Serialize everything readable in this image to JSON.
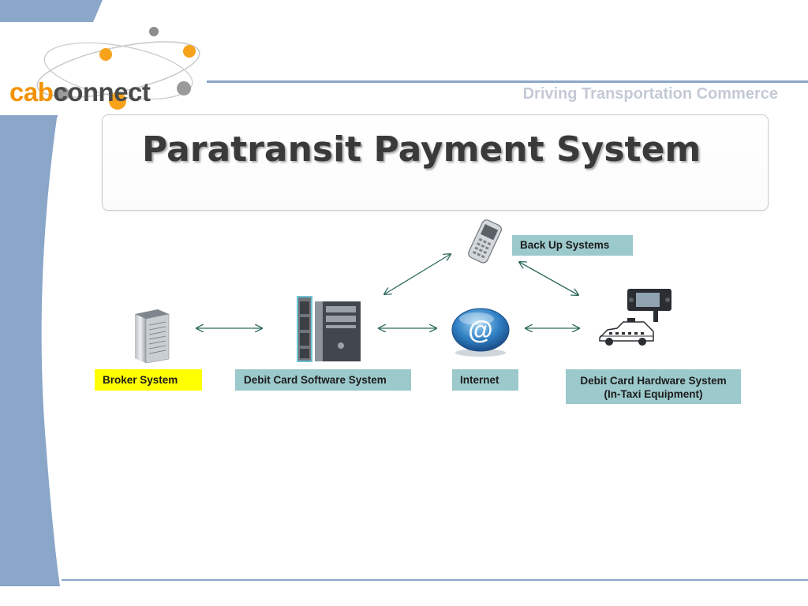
{
  "logo": {
    "part1": "cab",
    "part2": "connect"
  },
  "tagline": "Driving Transportation Commerce",
  "title": "Paratransit Payment System",
  "nodes": {
    "backup": {
      "label": "Back Up Systems"
    },
    "broker": {
      "label": "Broker System"
    },
    "software": {
      "label": "Debit Card Software System"
    },
    "internet": {
      "label": "Internet",
      "glyph": "@"
    },
    "hardware": {
      "line1": "Debit Card Hardware System",
      "line2": "(In-Taxi Equipment)"
    }
  },
  "icons": {
    "backup": "cell-phone-icon",
    "broker": "server-icon",
    "software": "computer-tower-icon",
    "internet": "email-at-icon",
    "hardware": "taxi-terminal-icon"
  },
  "colors": {
    "label_teal": "#9cc9cb",
    "label_yellow": "#ffff00",
    "arrow": "#2d6b5f",
    "accent_orange": "#f39200",
    "wave_blue": "#8aa6c8"
  }
}
